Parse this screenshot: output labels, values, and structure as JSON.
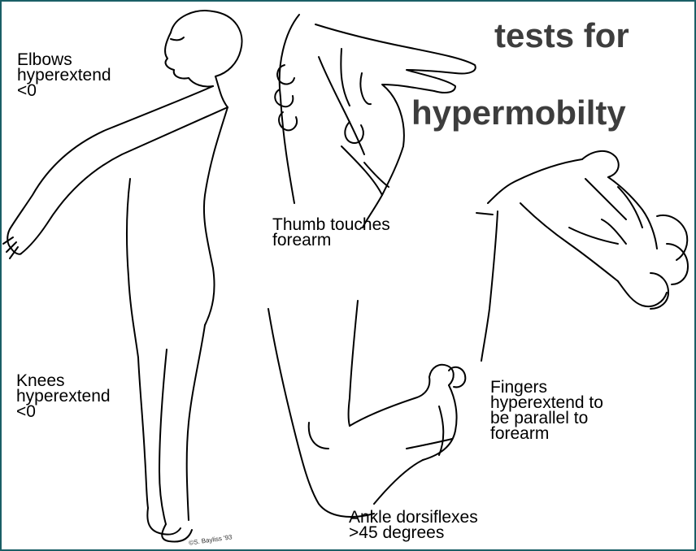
{
  "title": {
    "line1": "tests for",
    "line2": "hypermobilty"
  },
  "labels": {
    "elbows": "Elbows\nhyperextend\n<0",
    "knees": "Knees\nhyperextend\n<0",
    "thumb": "Thumb touches\nforearm",
    "fingers": "Fingers\nhyperextend to\nbe parallel to\nforearm",
    "ankle": "Ankle dorsiflexes\n>45 degrees"
  },
  "signature": "©S. Bayliss '93",
  "colors": {
    "title": "#3d3d3d",
    "border": "#1a5f66",
    "ink": "#000000"
  }
}
